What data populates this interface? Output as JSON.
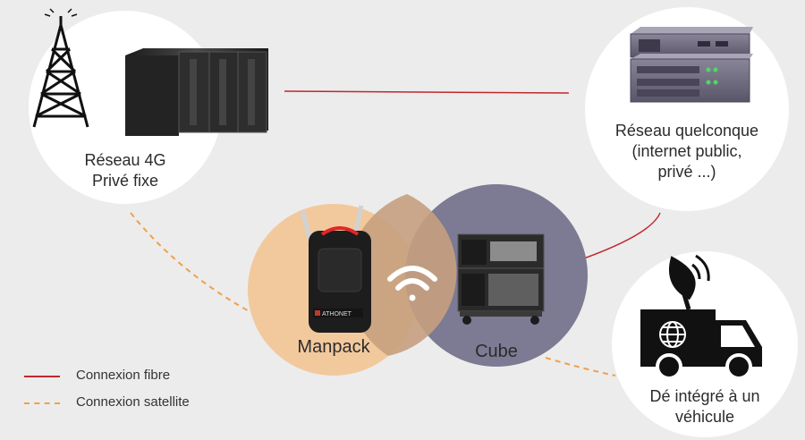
{
  "nodes": {
    "fixed_4g": {
      "label_line1": "Réseau 4G",
      "label_line2": "Privé fixe"
    },
    "any_network": {
      "label_line1": "Réseau quelconque",
      "label_line2": "(internet public,",
      "label_line3": "privé ...)"
    },
    "manpack": {
      "label": "Manpack",
      "brand": "ATHONET"
    },
    "cube": {
      "label": "Cube"
    },
    "vehicle": {
      "label_line1": "Dé intégré à un",
      "label_line2": "véhicule"
    }
  },
  "legend": {
    "fiber": "Connexion fibre",
    "satellite": "Connexion satellite"
  },
  "colors": {
    "fiber": "#c1272d",
    "satellite": "#f0a04b",
    "manpack_circle": "#f2c99d",
    "cube_circle": "#7d7a93",
    "overlap": "#c6a07f",
    "node_bg": "#ffffff",
    "page_bg": "#ececec"
  },
  "icons": [
    "cell-tower-icon",
    "server-rack-icon",
    "network-server-icon",
    "wifi-icon",
    "backpack-icon",
    "mobile-rack-icon",
    "truck-icon",
    "satellite-dish-icon",
    "globe-icon"
  ]
}
